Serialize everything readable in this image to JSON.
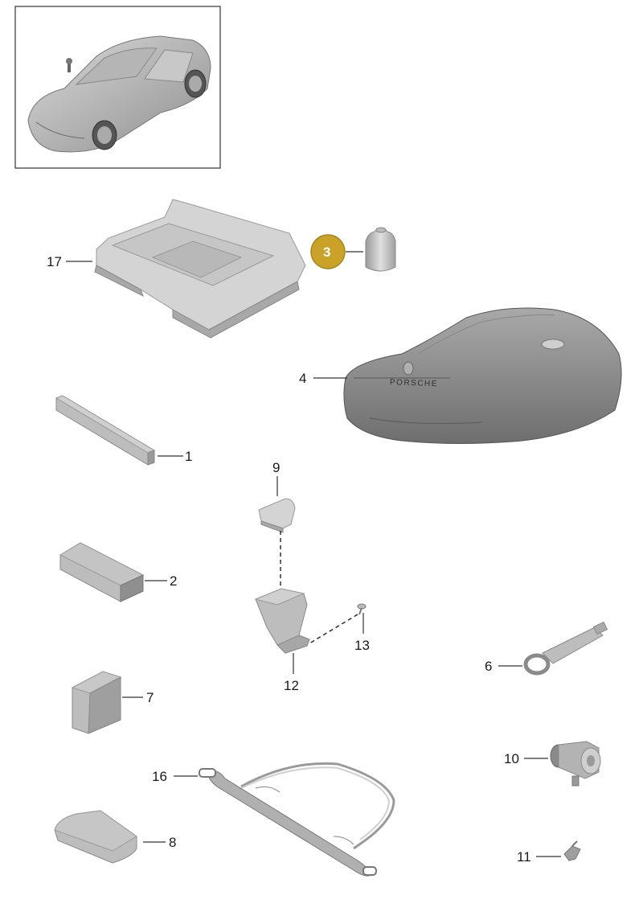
{
  "diagram": {
    "highlight_color": "#c9a227",
    "callouts": [
      {
        "id": "17",
        "label": "17"
      },
      {
        "id": "3",
        "label": "3",
        "highlighted": true
      },
      {
        "id": "4",
        "label": "4"
      },
      {
        "id": "1",
        "label": "1"
      },
      {
        "id": "9",
        "label": "9"
      },
      {
        "id": "2",
        "label": "2"
      },
      {
        "id": "13",
        "label": "13"
      },
      {
        "id": "12",
        "label": "12"
      },
      {
        "id": "6",
        "label": "6"
      },
      {
        "id": "7",
        "label": "7"
      },
      {
        "id": "10",
        "label": "10"
      },
      {
        "id": "16",
        "label": "16"
      },
      {
        "id": "8",
        "label": "8"
      },
      {
        "id": "11",
        "label": "11"
      }
    ],
    "cover_logo_text": "PORSCHE"
  }
}
